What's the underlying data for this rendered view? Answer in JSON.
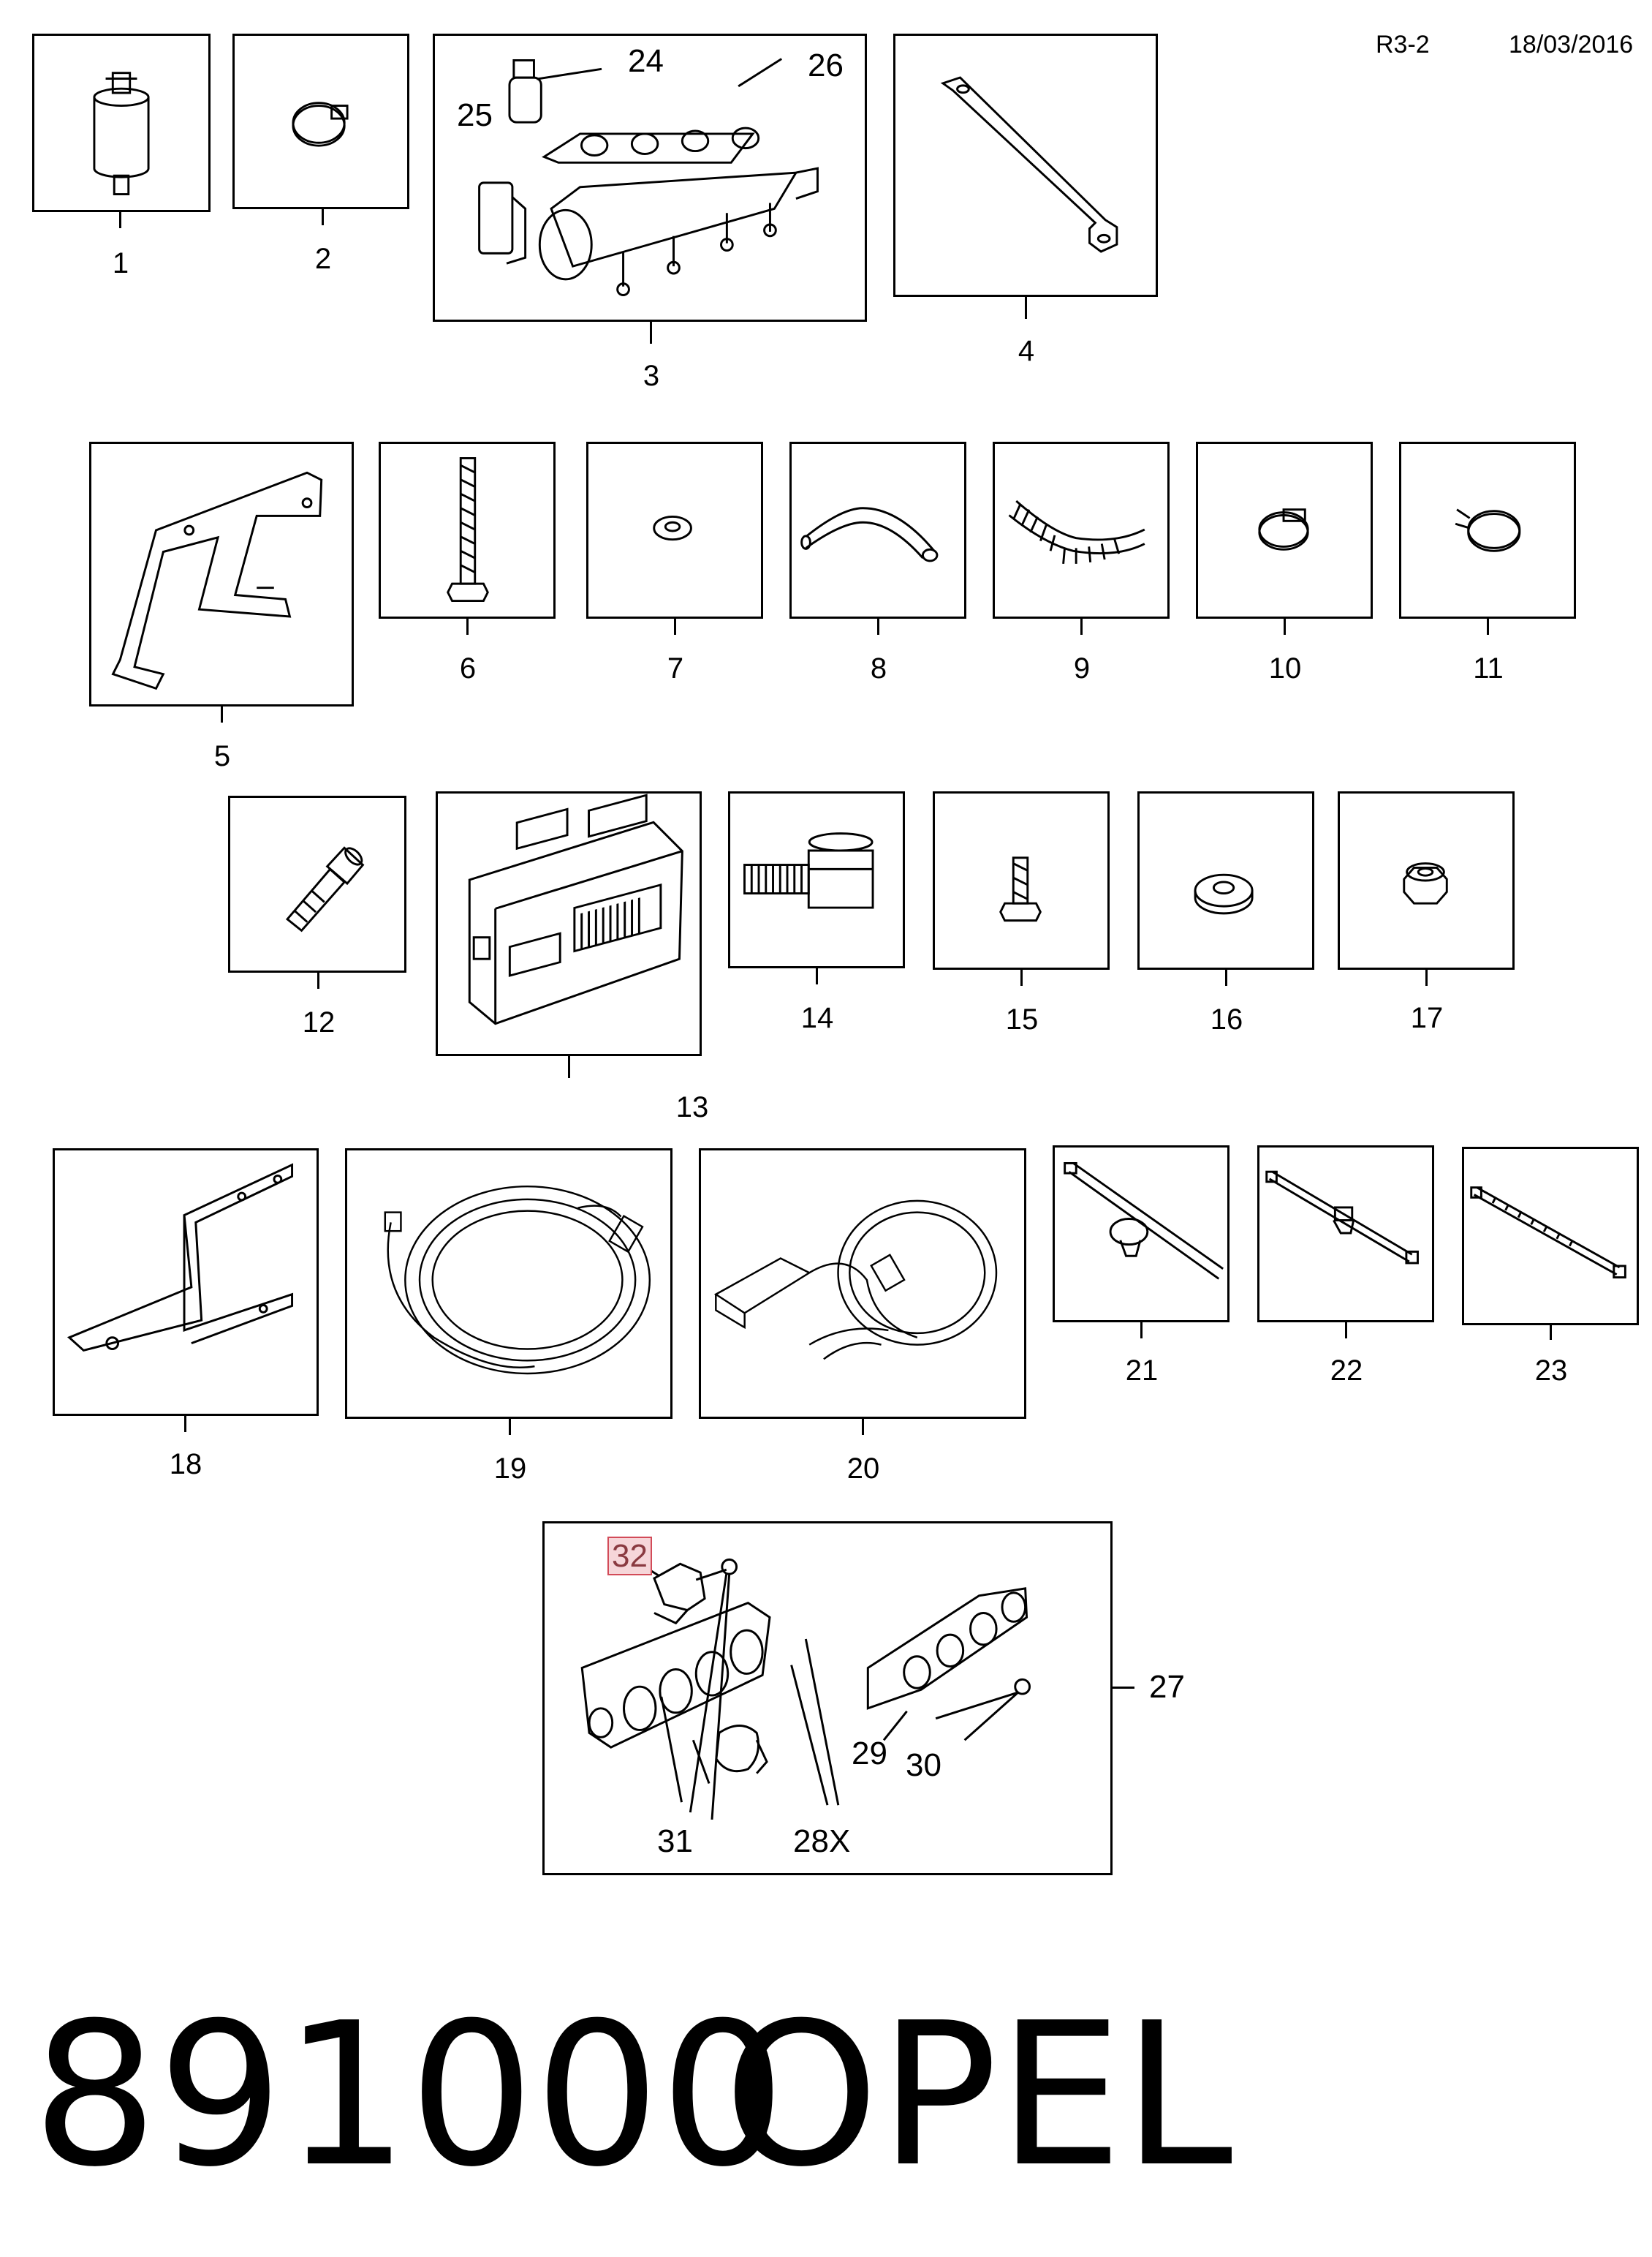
{
  "header": {
    "ref": "R3-2",
    "date": "18/03/2016"
  },
  "parts": [
    {
      "n": "1",
      "icon": "gas-filter"
    },
    {
      "n": "2",
      "icon": "hose-clamp"
    },
    {
      "n": "3",
      "icon": "injector-rail-assembly"
    },
    {
      "n": "4",
      "icon": "mounting-bracket"
    },
    {
      "n": "5",
      "icon": "ecu-bracket"
    },
    {
      "n": "6",
      "icon": "long-bolt"
    },
    {
      "n": "7",
      "icon": "washer"
    },
    {
      "n": "8",
      "icon": "bent-hose"
    },
    {
      "n": "9",
      "icon": "corrugated-hose"
    },
    {
      "n": "10",
      "icon": "hose-clamp"
    },
    {
      "n": "11",
      "icon": "spring-clamp"
    },
    {
      "n": "12",
      "icon": "hose-nipple"
    },
    {
      "n": "13",
      "icon": "ecu-module"
    },
    {
      "n": "14",
      "icon": "hex-spacer"
    },
    {
      "n": "15",
      "icon": "short-bolt"
    },
    {
      "n": "16",
      "icon": "lock-washer"
    },
    {
      "n": "17",
      "icon": "nylon-nut"
    },
    {
      "n": "18",
      "icon": "frame-bracket"
    },
    {
      "n": "19",
      "icon": "wiring-harness"
    },
    {
      "n": "20",
      "icon": "wiring-harness-with-switch"
    },
    {
      "n": "21",
      "icon": "cable-tie-with-clip"
    },
    {
      "n": "22",
      "icon": "cable-tie-with-mount"
    },
    {
      "n": "23",
      "icon": "cable-tie"
    }
  ],
  "callouts_3": {
    "a": "24",
    "b": "26",
    "c": "25"
  },
  "kit_27": {
    "n": "27",
    "c32": "32",
    "c29": "29",
    "c30": "30",
    "c31": "31",
    "c28": "28X"
  },
  "footer": {
    "code": "891000",
    "brand": "OPEL"
  }
}
